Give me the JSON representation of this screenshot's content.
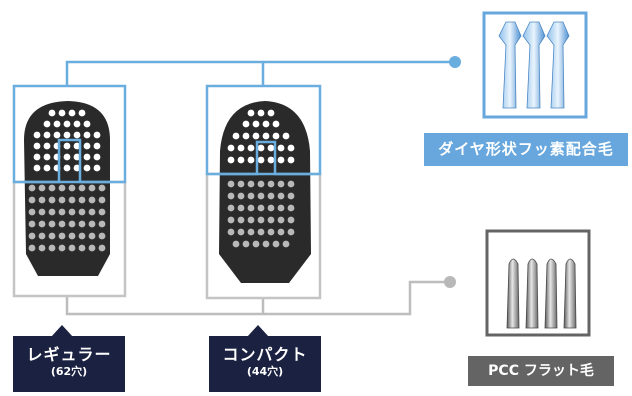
{
  "brush_types": [
    {
      "name": "レギュラー",
      "holes": "(62穴)"
    },
    {
      "name": "コンパクト",
      "holes": "(44穴)"
    }
  ],
  "bristles": {
    "diamond": {
      "label": "ダイヤ形状フッ素配合毛",
      "color": "#67a7dd"
    },
    "pcc": {
      "label": "PCC フラット毛",
      "color": "#646464"
    }
  },
  "colors": {
    "brush_head": "#2a2a2a",
    "hole_top": "#ffffff",
    "hole_bottom": "#b8b8b8",
    "blue_line": "#6aaee0",
    "gray_line": "#b8b8b8",
    "label_navy": "#1b2140"
  }
}
